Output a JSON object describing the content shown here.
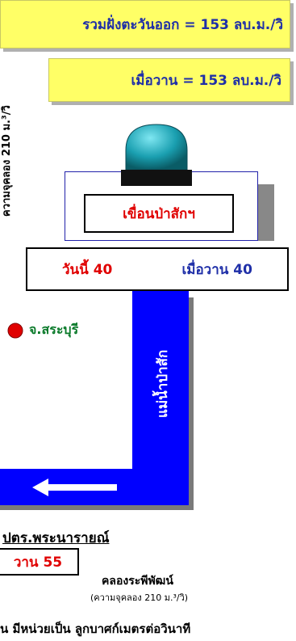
{
  "header": {
    "east_total_label": "รวมฝั่งตะวันออก  =  153 ลบ.ม./วิ",
    "yesterday_label": "เมื่อวาน  =  153 ลบ.ม./วิ"
  },
  "left_edge_text": "ความจุคลอง  210 ม.³/วิ",
  "dam": {
    "name": "เขื่อนป่าสักฯ",
    "today_label": "วันนี้ 40",
    "yesterday_label": "เมื่อวาน 40",
    "beacon_color": "#1a9fb0"
  },
  "province": {
    "name": "จ.สระบุรี",
    "marker_color": "#e00000"
  },
  "river": {
    "name": "แม่น้ำป่าสัก",
    "color": "#0000ff"
  },
  "regulator": {
    "name": "ปตร.พระนารายณ์",
    "yesterday_value": "วาน 55"
  },
  "canal": {
    "name": "คลองระพีพัฒน์",
    "capacity": "(ความจุคลอง   210 ม.³/วิ)"
  },
  "footnote": "น มีหน่วยเป็น ลูกบาศก์เมตรต่อวินาที"
}
